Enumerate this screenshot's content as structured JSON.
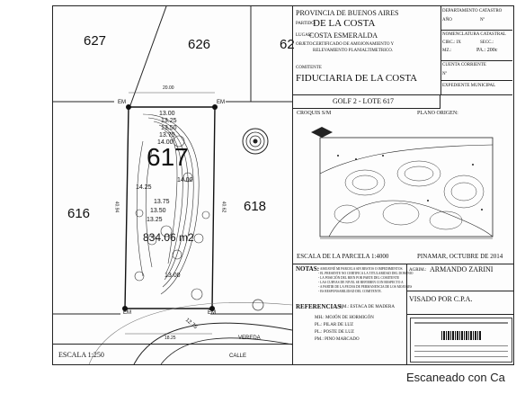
{
  "site_plan": {
    "neighbor_lots": {
      "top_left": "627",
      "top_mid": "626",
      "top_right": "62",
      "left": "616",
      "right": "618"
    },
    "lot_number": "617",
    "area": "834.06 m2",
    "dim_top": "20.00",
    "dim_left": "40.94",
    "dim_right": "40.62",
    "dim_bottom": "18.25",
    "dim_curve": "12.75",
    "em_label": "EM",
    "contours": [
      "13.00",
      "13.25",
      "13.50",
      "13.75",
      "14.00",
      "14.25",
      "14.00",
      "13.75",
      "13.50",
      "13.25",
      "13.00"
    ],
    "street_vereda": "VEREDA",
    "street_calle": "CALLE",
    "scale": "ESCALA 1:250"
  },
  "title_block": {
    "province": "PROVINCIA DE BUENOS AIRES",
    "partido_label": "PARTIDO:",
    "partido": "DE LA COSTA",
    "lugar_label": "LUGAR:",
    "lugar": "COSTA ESMERALDA",
    "objeto_label": "OBJETO:",
    "objeto_1": "CERTIFICADO DE AMOJONAMIENTO Y",
    "objeto_2": "RELEVAMIENTO PLANIALTIMETRICO.",
    "comitente_label": "COMITENTE",
    "comitente": "FIDUCIARIA DE LA COSTA",
    "depto_label": "DEPARTAMENTO CATASTRO",
    "anio_label": "AÑO",
    "n_label": "Nº",
    "nomen_label": "NOMENCLATURA CATASTRAL",
    "circ": "CIRC.: IX",
    "secc": "SECC.:",
    "mz": "MZ.:",
    "pa": "PA.: 200c",
    "cuenta_label": "CUENTA CORRIENTE",
    "expediente_label": "EXPEDIENTE MUNICIPAL",
    "lot_title": "GOLF 2 - LOTE 617",
    "croquis": "CROQUIS S/M",
    "plano_origen": "PLANO ORIGEN:",
    "escala_parcela": "ESCALA DE LA PARCELA 1:4000",
    "place_date": "PINAMAR, OCTUBRE DE 2014",
    "notas_label": "NOTAS:",
    "notas": [
      "- AMOJONÉ MI PARCELA SIN RESTOS O IMPEDIMENTOS.",
      "- EL PRESENTE NO CERTIFICA LA TITULARIDAD DEL DOMINIO",
      "- LA POSICIÓN DEL BIEN POR PARTE DEL COMITENTE",
      "- LAS CURVAS DE NIVEL SE REFIEREN CON RESPECTO A",
      "- A PARTIR DE LA FECHA DE PERMANENCIA DE LOS MOJONES",
      "- ES RESPONSABILIDAD DEL COMITENTE."
    ],
    "referencias_label": "REFERENCIAS:",
    "ref_em": "EM.: ESTACA DE MADERA",
    "ref_mh": "MH.: MOJÓN DE HORMIGÓN",
    "ref_pl": "PL.: PILAR DE LUZ",
    "ref_pm": "PL.: POSTE DE LUZ",
    "ref_pm2": "PM.: PINO MARCADO",
    "agrim_label": "AGRIM.:",
    "agrim": "ARMANDO ZARINI",
    "visado": "VISADO POR C.P.A."
  },
  "footer": {
    "scan_text": "Escaneado con Ca"
  }
}
